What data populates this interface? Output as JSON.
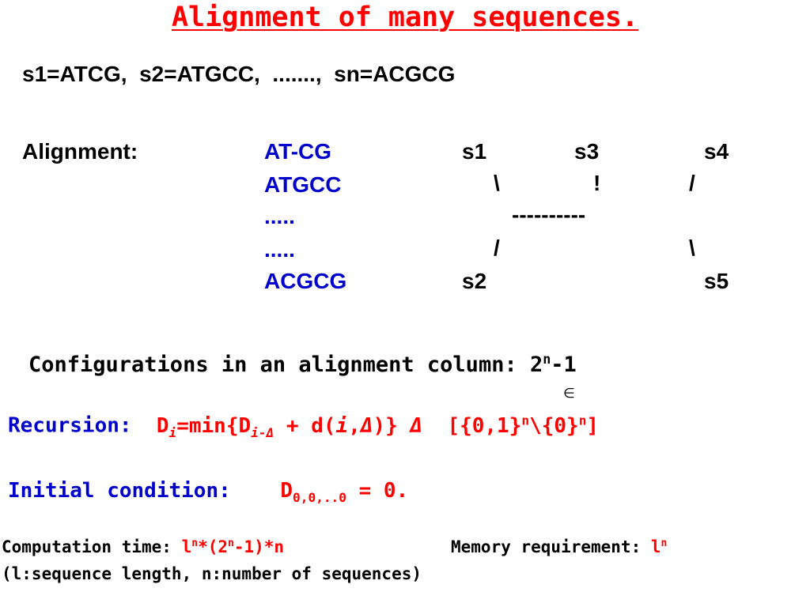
{
  "title": "Alignment of many sequences.",
  "sequences_line": "s1=ATCG,  s2=ATGCC,  .......,  sn=ACGCG",
  "alignment": {
    "label": "Alignment:",
    "rows": [
      "AT-CG",
      "ATGCC",
      ".....",
      ".....",
      "ACGCG"
    ]
  },
  "tree": {
    "s1": "s1",
    "s2": "s2",
    "s3": "s3",
    "s4": "s4",
    "s5": "s5",
    "backslash": "\\",
    "bang": "!",
    "slash": "/",
    "dashes": "----------"
  },
  "configurations": {
    "text": "Configurations in an alignment column: 2",
    "sup": "n",
    "tail": "-1"
  },
  "recursion": {
    "label": "Recursion:",
    "elem_symbol": "∈",
    "D": "D",
    "i": "i",
    "eq_min": "=min{D",
    "sub_i": "i",
    "sub_minus_delta": "-Δ",
    "plus_d": " + d(",
    "i2": "i",
    "comma": ",",
    "delta1": "Δ",
    "close": ")} ",
    "delta2": "Δ",
    "set_open": "[{0,1}",
    "sup1": "n",
    "set_mid": "\\{0}",
    "sup2": "n",
    "set_close": "]"
  },
  "initial": {
    "label": "Initial condition:",
    "D": "D",
    "sub": "0,0,..0",
    "tail": " = 0."
  },
  "computation": {
    "label": "Computation time: ",
    "val_l": "l",
    "val_sup1": "n",
    "val_mid": "*(2",
    "val_sup2": "n",
    "val_tail": "-1)*n",
    "memory_label": "Memory requirement: ",
    "mem_l": "l",
    "mem_sup": "n"
  },
  "legend_line": "(l:sequence length, n:number of sequences)"
}
